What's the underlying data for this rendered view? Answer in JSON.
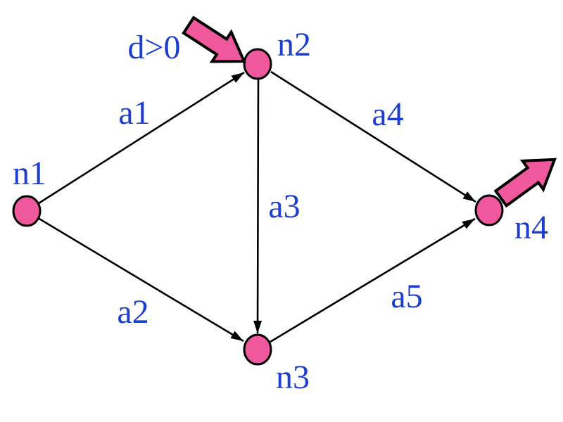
{
  "diagram": {
    "type": "directed-graph",
    "description": "Network flow graph with supply entering node n2 and flow leaving node n4",
    "nodes": [
      {
        "id": "n1",
        "label": "n1"
      },
      {
        "id": "n2",
        "label": "n2"
      },
      {
        "id": "n3",
        "label": "n3"
      },
      {
        "id": "n4",
        "label": "n4"
      }
    ],
    "edges": [
      {
        "id": "a1",
        "label": "a1",
        "from": "n1",
        "to": "n2"
      },
      {
        "id": "a2",
        "label": "a2",
        "from": "n1",
        "to": "n3"
      },
      {
        "id": "a3",
        "label": "a3",
        "from": "n2",
        "to": "n3"
      },
      {
        "id": "a4",
        "label": "a4",
        "from": "n2",
        "to": "n4"
      },
      {
        "id": "a5",
        "label": "a5",
        "from": "n3",
        "to": "n4"
      }
    ],
    "annotations": {
      "inflow_label": "d>0",
      "inflow_arrow_target": "n2",
      "outflow_arrow_source": "n4"
    }
  },
  "colors": {
    "background": "#ffffff",
    "node_fill": "#f0589e",
    "node_stroke": "#000000",
    "edge": "#000000",
    "label_text": "#1e3fcc",
    "block_arrow_fill": "#f0589e",
    "block_arrow_stroke": "#000000"
  }
}
